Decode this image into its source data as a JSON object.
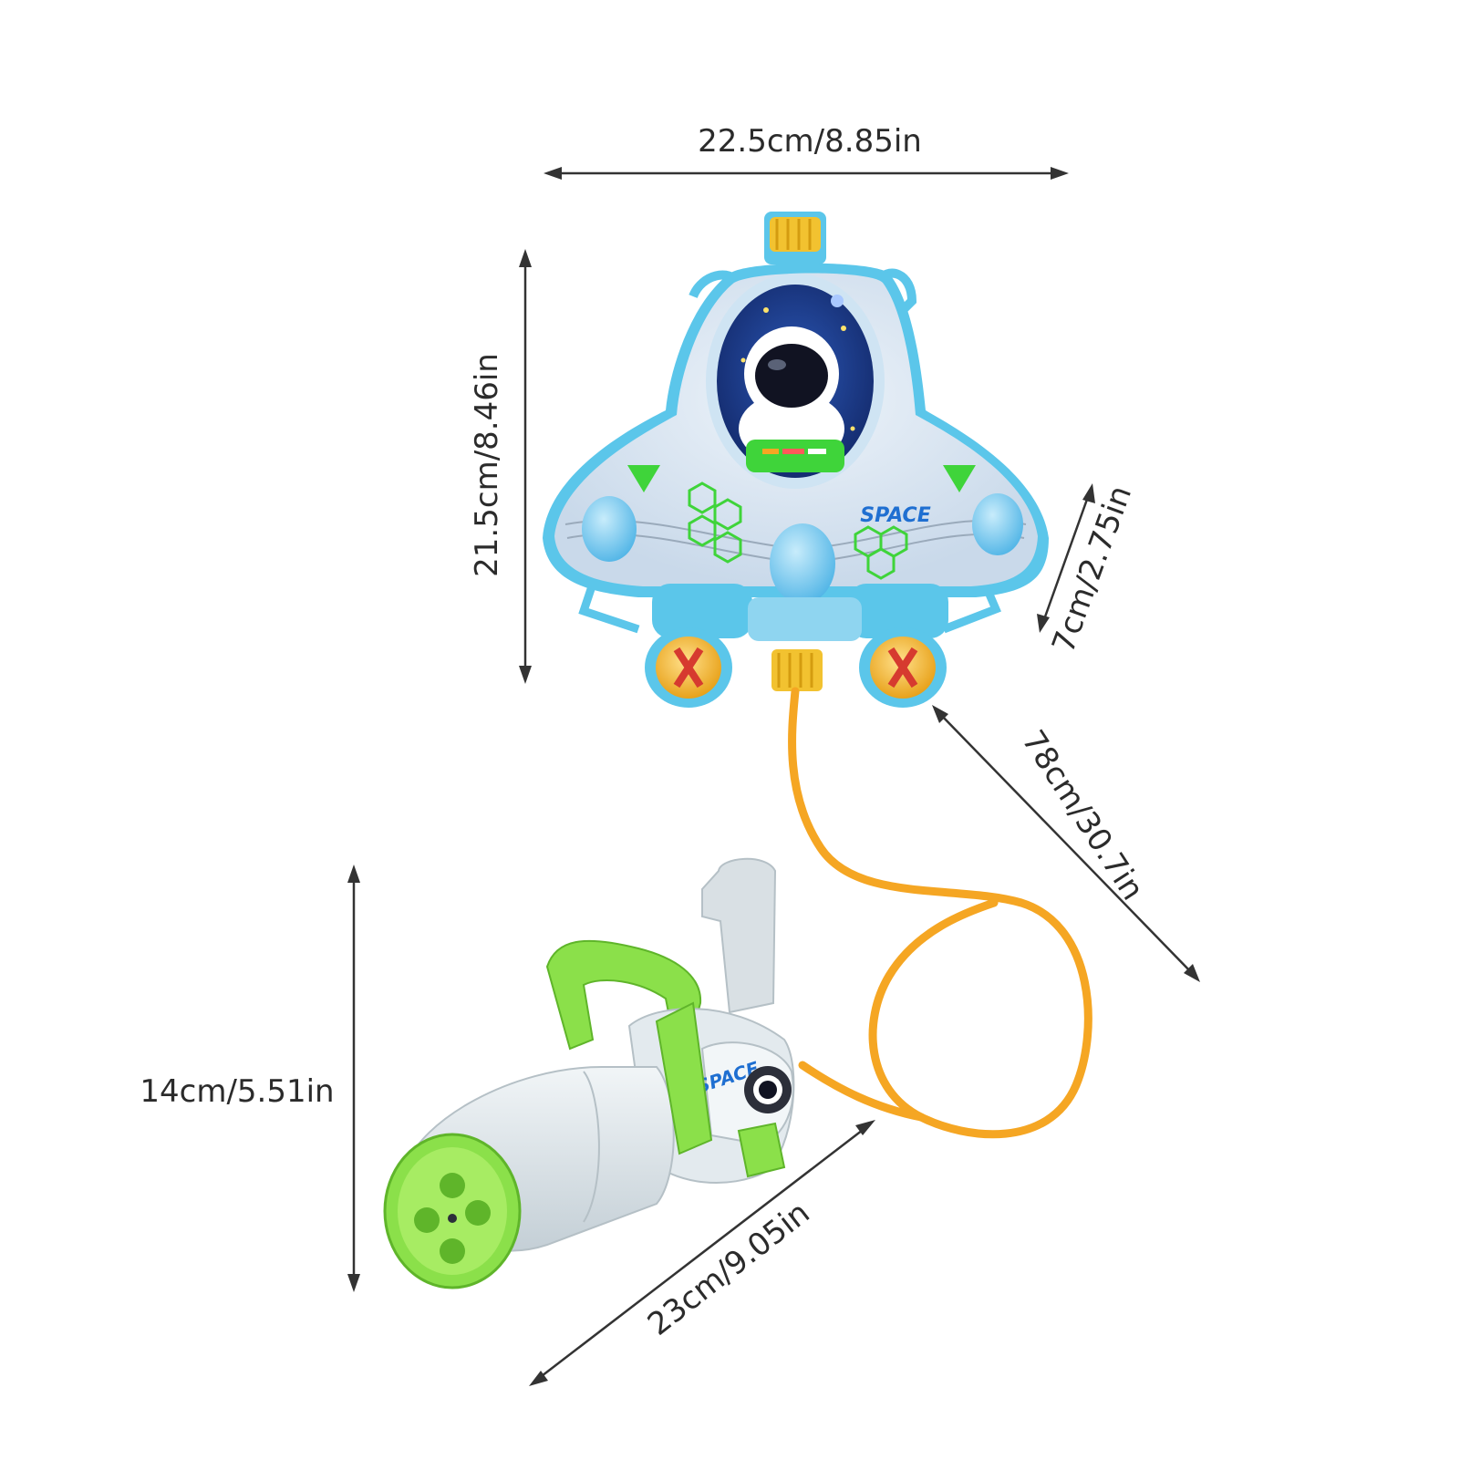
{
  "product": {
    "tank_logo": "SPACE",
    "blaster_logo": "SPACE"
  },
  "dimensions": {
    "tank_width": "22.5cm/8.85in",
    "tank_height": "21.5cm/8.46in",
    "tank_depth": "7cm/2.75in",
    "hose_length": "78cm/30.7in",
    "blaster_height": "14cm/5.51in",
    "blaster_length": "23cm/9.05in"
  },
  "colors": {
    "tank_body": "#dce7f2",
    "tank_trim": "#5bc6ea",
    "accent_green": "#3fd43a",
    "hose": "#f5a623",
    "cap_yellow": "#f2c230",
    "blaster_body": "#dfe6ea",
    "blaster_green": "#8be04a",
    "window_blue": "#1e3f8f"
  }
}
